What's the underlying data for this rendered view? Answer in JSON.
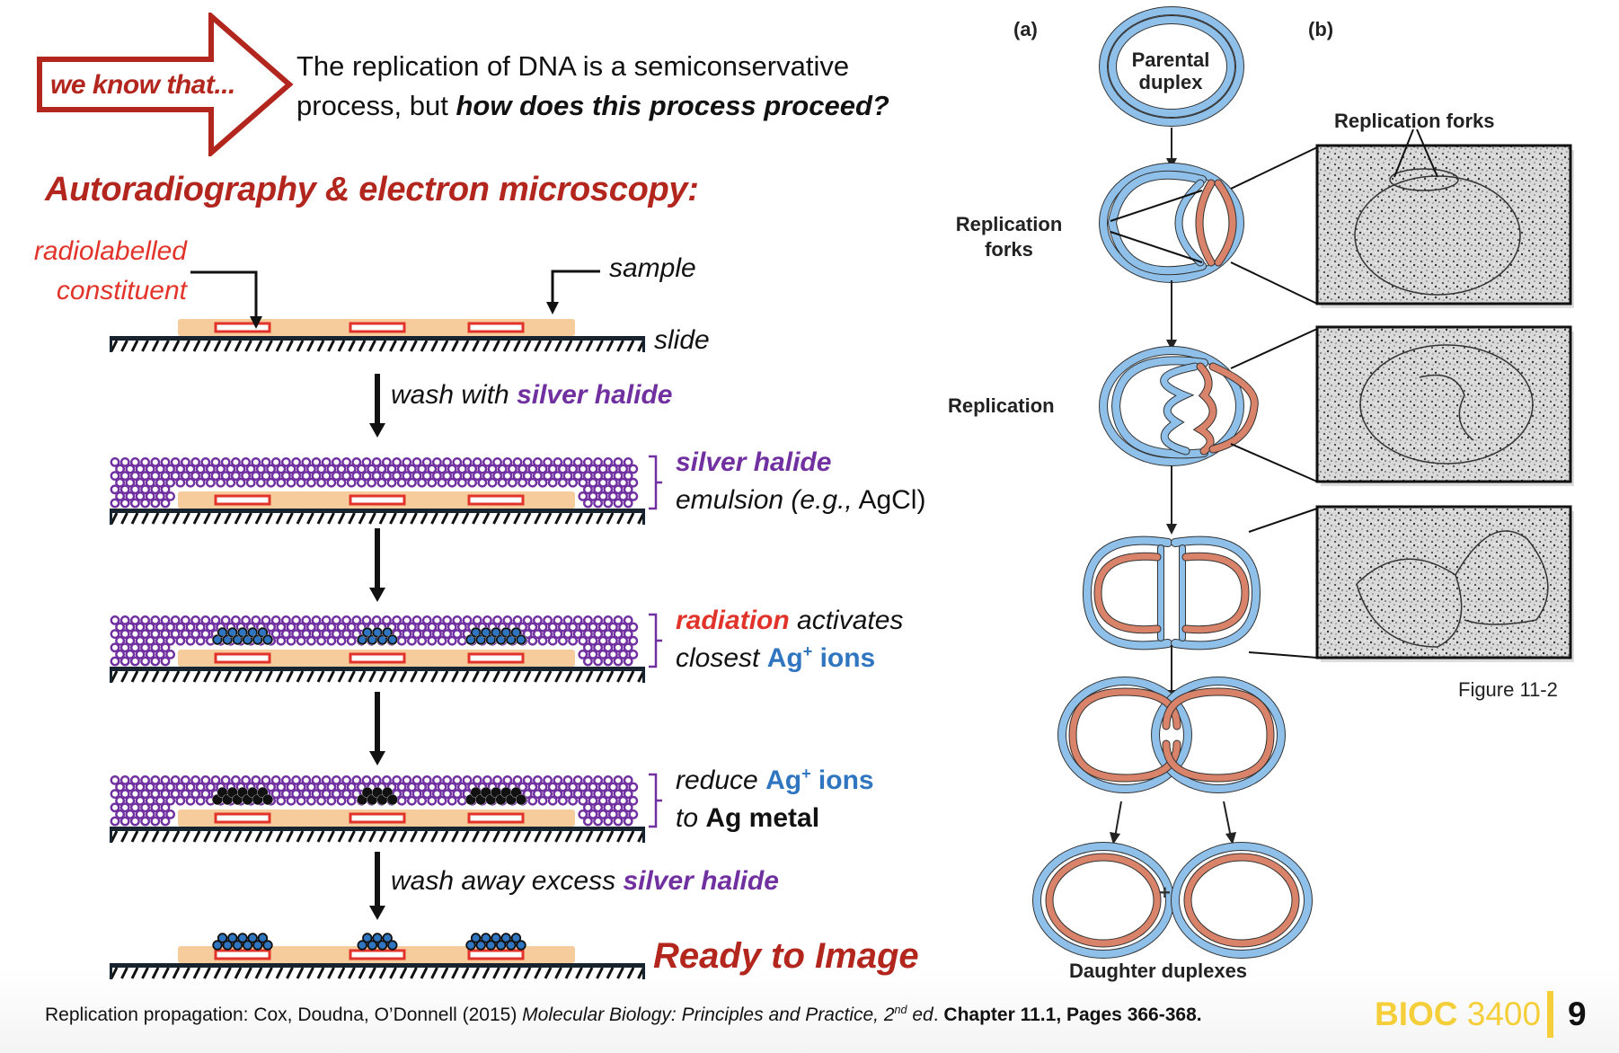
{
  "intro": {
    "arrow_label": "we know that...",
    "line1": "The replication of DNA is a semiconservative",
    "line2_plain": "process, but ",
    "line2_emph": "how does this process proceed?"
  },
  "section_title": "Autoradiography & electron microscopy:",
  "diagram": {
    "radiolabel_line1": "radiolabelled",
    "radiolabel_line2": "constituent",
    "sample_label": "sample",
    "slide_label": "slide",
    "steps": [
      {
        "arrow_text_plain": "wash with ",
        "arrow_text_emph": "silver halide"
      },
      {
        "line1_emph": "silver halide",
        "line2_plain": "emulsion (",
        "line2_it": "e.g.,",
        "line2_tail": " AgCl)"
      },
      {
        "line1_emph": "radiation",
        "line1_plain": " activates",
        "line2_plain": "closest ",
        "line2_ion": "Ag",
        "line2_sup": "+",
        "line2_tail": " ions"
      },
      {
        "line1_plain": "reduce ",
        "line1_ion": "Ag",
        "line1_sup": "+",
        "line1_tail": " ions",
        "line2_plain": "to ",
        "line2_bold": "Ag metal"
      },
      {
        "arrow_text_plain": "wash away excess ",
        "arrow_text_emph": "silver halide"
      }
    ],
    "final_label": "Ready to Image"
  },
  "figure": {
    "panel_a": "(a)",
    "panel_b": "(b)",
    "parental_line1": "Parental",
    "parental_line2": "duplex",
    "forks_left_line1": "Replication",
    "forks_left_line2": "forks",
    "forks_right": "Replication forks",
    "replication": "Replication",
    "plus": "+",
    "daughter": "Daughter duplexes",
    "caption": "Figure 11-2"
  },
  "footer": {
    "cite_plain": "Replication propagation: Cox, Doudna, O’Donnell (2015) ",
    "cite_title": "Molecular Biology: Principles and Practice, 2",
    "cite_sup": "nd",
    "cite_ed": " ed",
    "cite_dot": ". ",
    "cite_bold": "Chapter 11.1, Pages 366-368.",
    "course_bold": "BIOC",
    "course_num": " 3400",
    "page": "9"
  },
  "colors": {
    "accent_red": "#b3261e",
    "label_red": "#e2332a",
    "silver_halide": "#7030a0",
    "ag_ion": "#2f75c0",
    "sample": "#f6cc9c",
    "course_yellow": "#f5cf3a",
    "dna_parental": "#8fc0ea",
    "dna_new": "#d9836a"
  }
}
